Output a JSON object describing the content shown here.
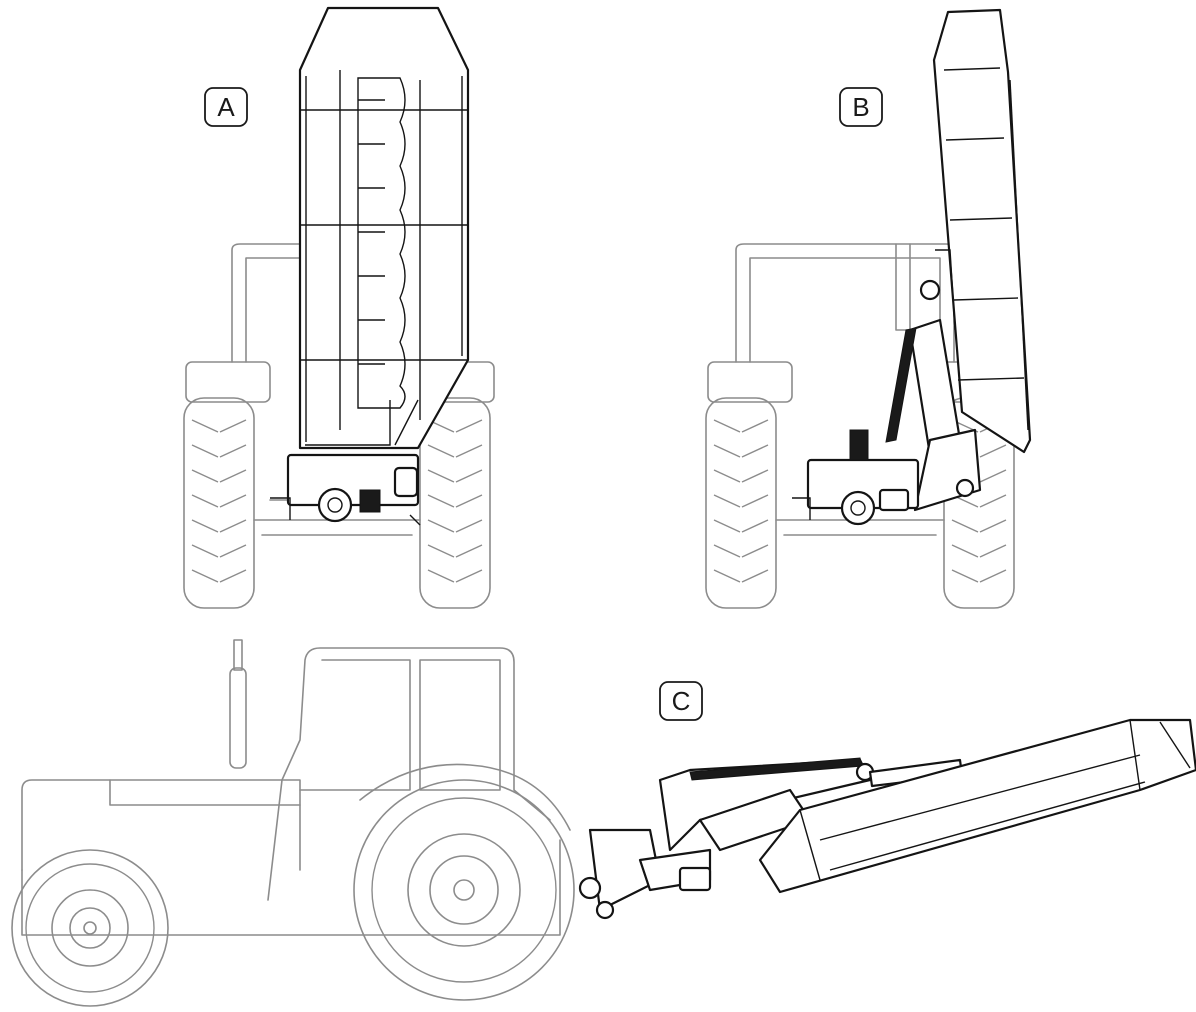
{
  "figure": {
    "views": [
      {
        "id": "A",
        "label": "A"
      },
      {
        "id": "B",
        "label": "B"
      },
      {
        "id": "C",
        "label": "C"
      }
    ]
  },
  "colors": {
    "tractor_outline": "#8c8c8c",
    "mower_outline": "#141414",
    "background": "#ffffff"
  }
}
